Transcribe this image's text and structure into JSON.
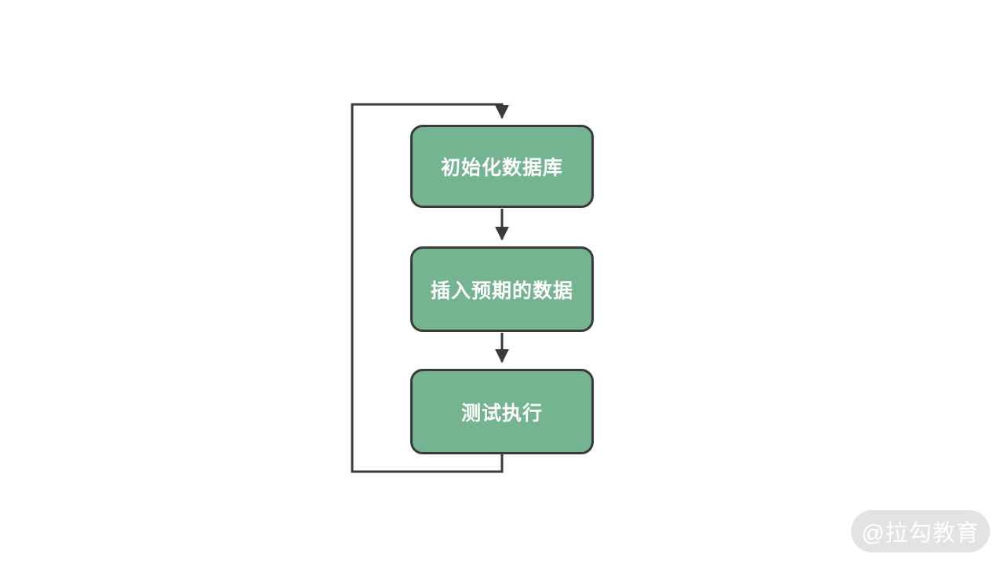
{
  "diagram": {
    "title": "test-loop-flowchart",
    "nodes": [
      {
        "id": "init-database",
        "label": "初始化数据库"
      },
      {
        "id": "insert-expected-data",
        "label": "插入预期的数据"
      },
      {
        "id": "test-execution",
        "label": "测试执行"
      }
    ],
    "edges": [
      {
        "from": "init-database",
        "to": "insert-expected-data",
        "type": "arrow-down"
      },
      {
        "from": "insert-expected-data",
        "to": "test-execution",
        "type": "arrow-down"
      },
      {
        "from": "test-execution",
        "to": "init-database",
        "type": "loop-back-left"
      }
    ]
  },
  "watermark": {
    "label": "@拉勾教育"
  },
  "colors": {
    "page-bg": "#ffffff",
    "node-fill": "#74b491",
    "node-border": "#3a3a3a",
    "node-text": "#ffffff",
    "line": "#3a3a3a",
    "watermark-bg": "#e3e3e3",
    "watermark-text": "#ffffff"
  }
}
